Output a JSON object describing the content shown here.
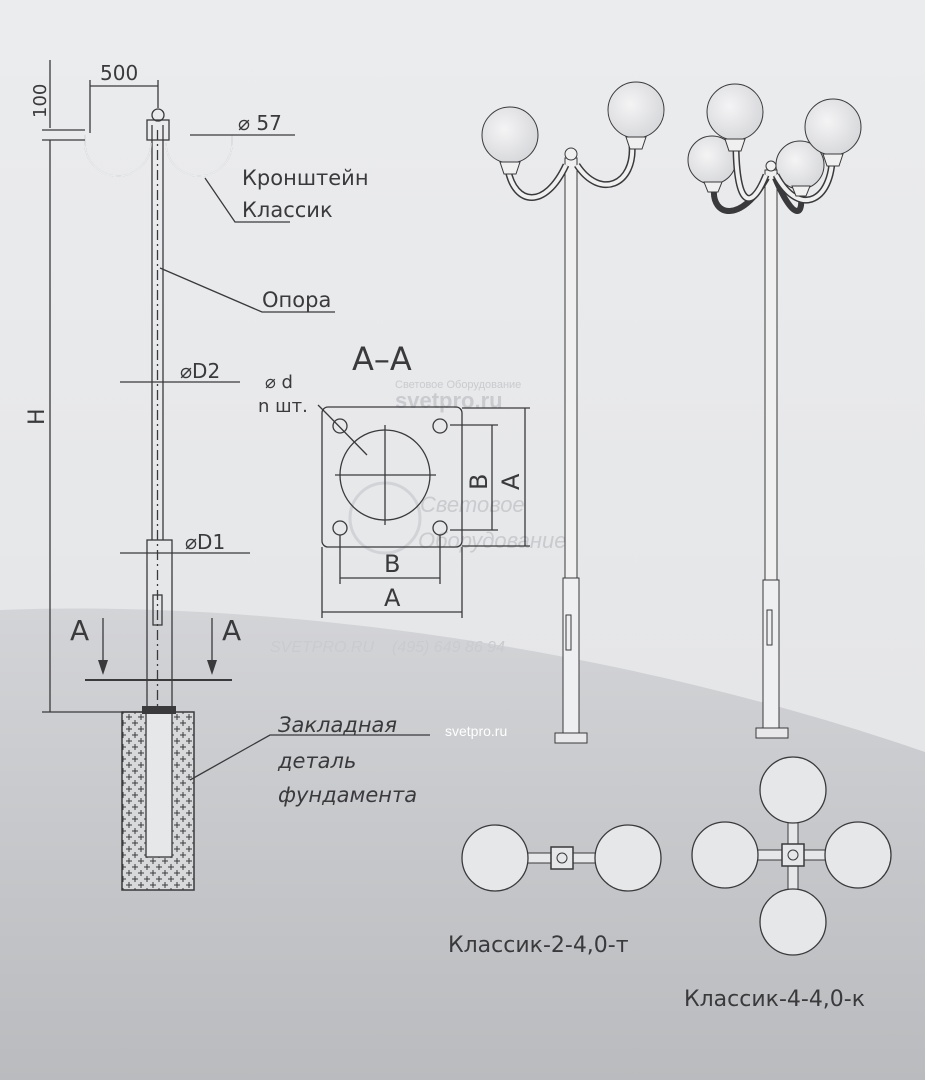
{
  "colors": {
    "background_top": "#ebecee",
    "background_bottom": "#b9bbbe",
    "line": "#3a3a3c"
  },
  "dimensions": {
    "top_offset": "100",
    "bracket_span": "500",
    "tube_diameter": "⌀ 57",
    "height": "H",
    "diameter_top": "⌀D2",
    "diameter_bottom": "⌀D1",
    "section_mark_left": "A",
    "section_mark_right": "A"
  },
  "labels": {
    "bracket_line1": "Кронштейн",
    "bracket_line2": "Классик",
    "pole": "Опора",
    "foundation_line1": "Закладная",
    "foundation_line2": "деталь",
    "foundation_line3": "фундамента"
  },
  "section": {
    "title": "A–A",
    "hole_diameter": "⌀ d",
    "hole_count": "n шт.",
    "dim_b_vertical": "B",
    "dim_a_vertical": "A",
    "dim_b_horizontal": "B",
    "dim_a_horizontal": "A"
  },
  "models": {
    "two_lamp": "Классик-2-4,0-т",
    "four_lamp": "Классик-4-4,0-к"
  },
  "watermarks": {
    "company_small": "Световое Оборудование",
    "site_top": "svetpro.ru",
    "company_line1": "Световое",
    "company_line2": "Оборудование",
    "site_caps": "SVETPRO.RU",
    "phone": "(495) 649 86 94",
    "site_bottom": "svetpro.ru"
  }
}
